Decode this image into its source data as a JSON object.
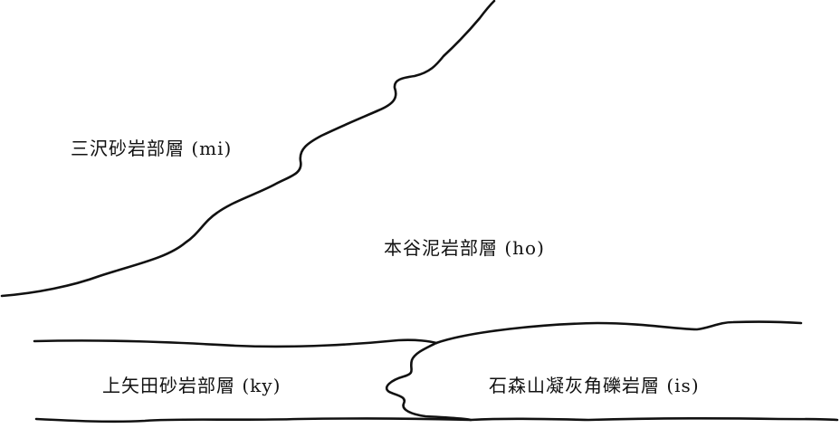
{
  "units": {
    "mi": "三沢砂岩部層 (mi)",
    "ho": "本谷泥岩部層 (ho)",
    "ky": "上矢田砂岩部層 (ky)",
    "is": "石森山凝灰角礫岩層 (is)"
  },
  "colors": {
    "line": "#111111",
    "text": "#111111",
    "background": "#ffffff"
  }
}
